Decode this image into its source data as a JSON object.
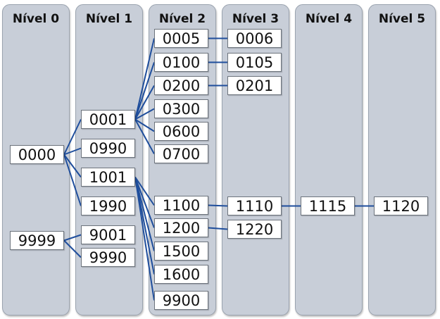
{
  "levels": [
    {
      "title": "Nível 0"
    },
    {
      "title": "Nível 1"
    },
    {
      "title": "Nível 2"
    },
    {
      "title": "Nível 3"
    },
    {
      "title": "Nível 4"
    },
    {
      "title": "Nível 5"
    }
  ],
  "nodes": {
    "n0000": "0000",
    "n9999": "9999",
    "n0001": "0001",
    "n0990": "0990",
    "n1001": "1001",
    "n1990": "1990",
    "n9001": "9001",
    "n9990": "9990",
    "n0005": "0005",
    "n0100": "0100",
    "n0200": "0200",
    "n0300": "0300",
    "n0600": "0600",
    "n0700": "0700",
    "n1100": "1100",
    "n1200": "1200",
    "n1500": "1500",
    "n1600": "1600",
    "n9900": "9900",
    "n0006": "0006",
    "n0105": "0105",
    "n0201": "0201",
    "n1110": "1110",
    "n1220": "1220",
    "n1115": "1115",
    "n1120": "1120"
  },
  "links": [
    [
      "n0000",
      "n0001"
    ],
    [
      "n0000",
      "n0990"
    ],
    [
      "n0000",
      "n1001"
    ],
    [
      "n0000",
      "n1990"
    ],
    [
      "n9999",
      "n9001"
    ],
    [
      "n9999",
      "n9990"
    ],
    [
      "n0001",
      "n0005"
    ],
    [
      "n0001",
      "n0100"
    ],
    [
      "n0001",
      "n0200"
    ],
    [
      "n0001",
      "n0300"
    ],
    [
      "n0001",
      "n0600"
    ],
    [
      "n0001",
      "n0700"
    ],
    [
      "n1001",
      "n1100"
    ],
    [
      "n1001",
      "n1200"
    ],
    [
      "n1001",
      "n1500"
    ],
    [
      "n1001",
      "n1600"
    ],
    [
      "n1001",
      "n9900"
    ],
    [
      "n0005",
      "n0006"
    ],
    [
      "n0100",
      "n0105"
    ],
    [
      "n0200",
      "n0201"
    ],
    [
      "n1100",
      "n1110"
    ],
    [
      "n1200",
      "n1220"
    ],
    [
      "n1110",
      "n1115"
    ],
    [
      "n1115",
      "n1120"
    ]
  ],
  "colors": {
    "column_bg": "#c8ced8",
    "link": "#1f4e9c",
    "node_border": "#6c737c"
  }
}
